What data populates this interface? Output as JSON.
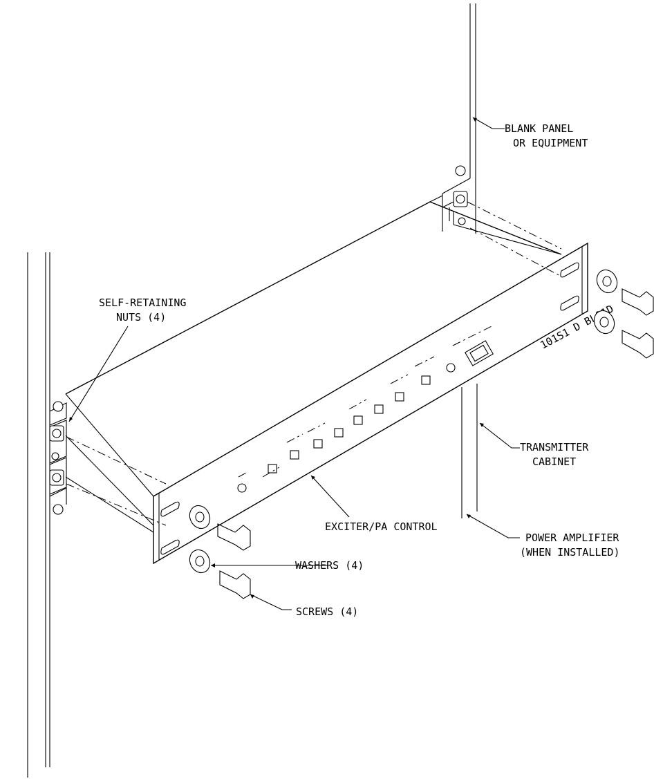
{
  "labels": {
    "blank_panel_line1": "BLANK PANEL",
    "blank_panel_line2": "OR EQUIPMENT",
    "self_retaining_line1": "SELF-RETAINING",
    "self_retaining_line2": "NUTS (4)",
    "transmitter_line1": "TRANSMITTER",
    "transmitter_line2": "CABINET",
    "exciter_pa": "EXCITER/PA CONTROL",
    "power_amp_line1": "POWER AMPLIFIER",
    "power_amp_line2": "(WHEN INSTALLED)",
    "washers": "WASHERS (4)",
    "screws": "SCREWS (4)"
  },
  "panel_marking": "101S1 D BL01D"
}
